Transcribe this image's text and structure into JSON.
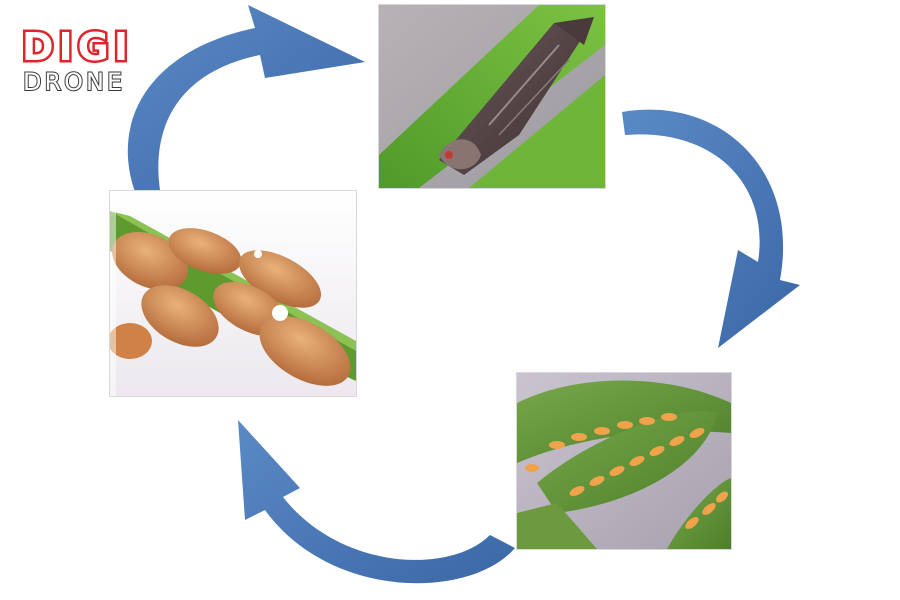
{
  "logo": {
    "line1": "DIGI",
    "line2": "DRONE",
    "colors": {
      "primary": "#e0242b",
      "secondary": "#3a3a3a"
    }
  },
  "diagram": {
    "stages": [
      {
        "id": "adult",
        "icon": "adult-planthopper-photo"
      },
      {
        "id": "eggs",
        "icon": "eggs-on-leaf-photo"
      },
      {
        "id": "nymphs",
        "icon": "nymphs-on-stem-photo"
      }
    ],
    "arrow_color": "#4a78b5",
    "arrow_direction": "clockwise"
  }
}
